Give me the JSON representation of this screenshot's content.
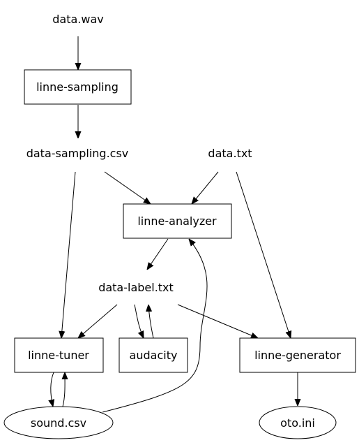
{
  "diagram": {
    "nodes": {
      "data_wav": "data.wav",
      "linne_sampling": "linne-sampling",
      "data_sampling_csv": "data-sampling.csv",
      "data_txt": "data.txt",
      "linne_analyzer": "linne-analyzer",
      "data_label_txt": "data-label.txt",
      "linne_tuner": "linne-tuner",
      "audacity": "audacity",
      "linne_generator": "linne-generator",
      "sound_csv": "sound.csv",
      "oto_ini": "oto.ini"
    },
    "edges": [
      {
        "from": "data.wav",
        "to": "linne-sampling"
      },
      {
        "from": "linne-sampling",
        "to": "data-sampling.csv"
      },
      {
        "from": "data-sampling.csv",
        "to": "linne-analyzer"
      },
      {
        "from": "data.txt",
        "to": "linne-analyzer"
      },
      {
        "from": "data-sampling.csv",
        "to": "linne-tuner"
      },
      {
        "from": "data.txt",
        "to": "linne-generator"
      },
      {
        "from": "linne-analyzer",
        "to": "data-label.txt"
      },
      {
        "from": "data-label.txt",
        "to": "linne-tuner"
      },
      {
        "from": "data-label.txt",
        "to": "audacity"
      },
      {
        "from": "audacity",
        "to": "data-label.txt"
      },
      {
        "from": "data-label.txt",
        "to": "linne-generator"
      },
      {
        "from": "linne-tuner",
        "to": "sound.csv"
      },
      {
        "from": "sound.csv",
        "to": "linne-tuner"
      },
      {
        "from": "sound.csv",
        "to": "linne-analyzer"
      },
      {
        "from": "linne-generator",
        "to": "oto.ini"
      }
    ]
  }
}
